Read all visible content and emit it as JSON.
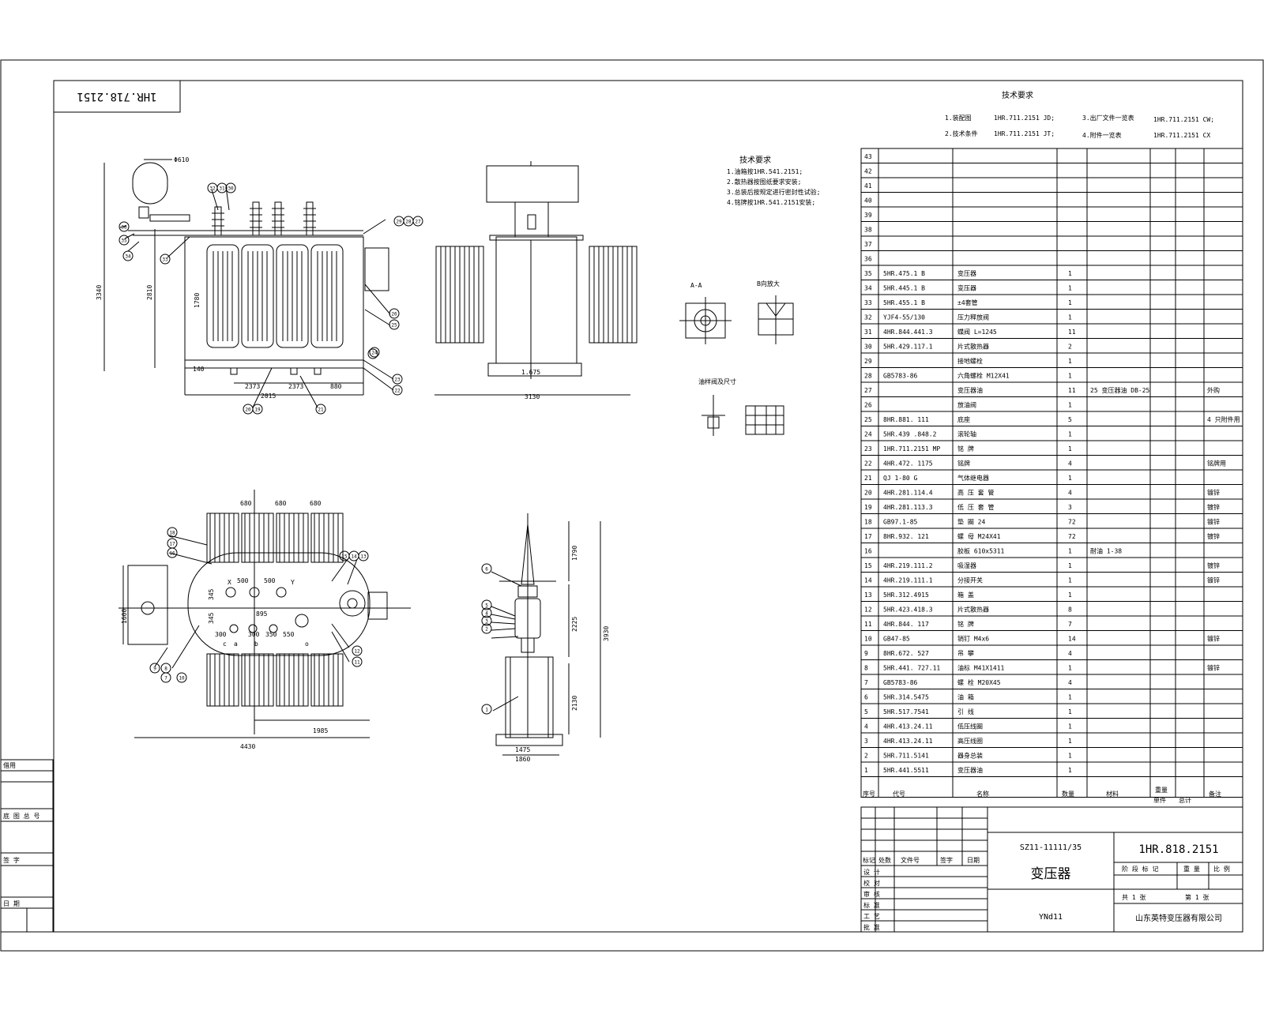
{
  "drawing": {
    "drawing_number": "1HR.818.2151",
    "rotated_stamp": "1HR.718.2151",
    "model": "SZ11-11111/35",
    "product_name": "变压器",
    "vector_group": "YNd11",
    "company": "山东英特变压器有限公司"
  },
  "tech_requirements": {
    "heading": "技术要求",
    "items": [
      {
        "label": "1.装配图",
        "code": "1HR.711.2151 JD;"
      },
      {
        "label": "2.技术条件",
        "code": "1HR.711.2151 JT;"
      },
      {
        "label": "3.出厂文件一览表",
        "code": "1HR.711.2151 CW;"
      },
      {
        "label": "4.附件一览表",
        "code": "1HR.711.2151 CX"
      }
    ]
  },
  "views": {
    "note_heading": "技术要求",
    "notes": [
      "1.油箱按1HR.541.2151;",
      "2.散热器按图纸要求安装;",
      "3.总装后按规定进行密封性试验;",
      "4.铭牌按1HR.541.2151安装;"
    ],
    "front_dims": [
      "Φ610",
      "3340",
      "2810",
      "1780",
      "140",
      "2373",
      "2373",
      "880",
      "2015"
    ],
    "side_dims": [
      "1.675",
      "3130"
    ],
    "plan_dims": [
      "680",
      "680",
      "680",
      "500",
      "500",
      "345",
      "345",
      "895",
      "300",
      "300",
      "350",
      "550",
      "1600",
      "1985",
      "4430",
      "a",
      "b",
      "c",
      "o",
      "X",
      "Y"
    ],
    "bushing_dims": [
      "1790",
      "2225",
      "3930",
      "2130",
      "1475",
      "1860"
    ],
    "detail_labels": [
      "A-A",
      "B向放大",
      "油样阀及尺寸"
    ],
    "balloons": [
      "36",
      "35",
      "34",
      "33",
      "32",
      "31",
      "30",
      "29",
      "28",
      "27",
      "26",
      "25",
      "24",
      "23",
      "22",
      "21",
      "20",
      "19",
      "18",
      "17",
      "16",
      "15",
      "14",
      "13",
      "12",
      "11",
      "10",
      "9",
      "8",
      "7",
      "6",
      "5",
      "4",
      "3",
      "2",
      "1"
    ]
  },
  "bom": {
    "headers": [
      "序号",
      "代号",
      "名称",
      "数量",
      "材料",
      "单件",
      "总计",
      "备注"
    ],
    "weight_header": "重量",
    "rows": [
      {
        "no": "43",
        "code": "",
        "name": "",
        "qty": "",
        "mat": "",
        "note": ""
      },
      {
        "no": "42",
        "code": "",
        "name": "",
        "qty": "",
        "mat": "",
        "note": ""
      },
      {
        "no": "41",
        "code": "",
        "name": "",
        "qty": "",
        "mat": "",
        "note": ""
      },
      {
        "no": "40",
        "code": "",
        "name": "",
        "qty": "",
        "mat": "",
        "note": ""
      },
      {
        "no": "39",
        "code": "",
        "name": "",
        "qty": "",
        "mat": "",
        "note": ""
      },
      {
        "no": "38",
        "code": "",
        "name": "",
        "qty": "",
        "mat": "",
        "note": ""
      },
      {
        "no": "37",
        "code": "",
        "name": "",
        "qty": "",
        "mat": "",
        "note": ""
      },
      {
        "no": "36",
        "code": "",
        "name": "",
        "qty": "",
        "mat": "",
        "note": ""
      },
      {
        "no": "35",
        "code": "5HR.475.1 B",
        "name": "变压器",
        "qty": "1",
        "mat": "",
        "note": ""
      },
      {
        "no": "34",
        "code": "5HR.445.1 B",
        "name": "变压器",
        "qty": "1",
        "mat": "",
        "note": ""
      },
      {
        "no": "33",
        "code": "5HR.455.1 B",
        "name": "±4套管",
        "qty": "1",
        "mat": "",
        "note": ""
      },
      {
        "no": "32",
        "code": "YJF4-55/130",
        "name": "压力释放阀",
        "qty": "1",
        "mat": "",
        "note": ""
      },
      {
        "no": "31",
        "code": "4HR.844.441.3",
        "name": "蝶阀 L=1245",
        "qty": "11",
        "mat": "",
        "note": ""
      },
      {
        "no": "30",
        "code": "5HR.429.117.1",
        "name": "片式散热器",
        "qty": "2",
        "mat": "",
        "note": ""
      },
      {
        "no": "29",
        "code": "",
        "name": "接地螺栓",
        "qty": "1",
        "mat": "",
        "note": ""
      },
      {
        "no": "28",
        "code": "GB5783-86",
        "name": "六角螺栓 M12X41",
        "qty": "1",
        "mat": "",
        "note": ""
      },
      {
        "no": "27",
        "code": "",
        "name": "变压器油",
        "qty": "11",
        "mat": "25 变压器油 DB-25",
        "note": "外购"
      },
      {
        "no": "26",
        "code": "",
        "name": "放油阀",
        "qty": "1",
        "mat": "",
        "note": ""
      },
      {
        "no": "25",
        "code": "8HR.881.  111",
        "name": "底座",
        "qty": "5",
        "mat": "",
        "note": "4 只附件用"
      },
      {
        "no": "24",
        "code": "5HR.439   .848.2",
        "name": "滚轮轴",
        "qty": "1",
        "mat": "",
        "note": ""
      },
      {
        "no": "23",
        "code": "1HR.711.2151  MP",
        "name": "铭 牌",
        "qty": "1",
        "mat": "",
        "note": ""
      },
      {
        "no": "22",
        "code": "4HR.472.   1175",
        "name": "铭牌",
        "qty": "4",
        "mat": "",
        "note": "铭牌用"
      },
      {
        "no": "21",
        "code": "QJ 1-80 G",
        "name": "气体继电器",
        "qty": "1",
        "mat": "",
        "note": ""
      },
      {
        "no": "20",
        "code": "4HR.281.114.4",
        "name": "高 压 套 管",
        "qty": "4",
        "mat": "",
        "note": "镀锌"
      },
      {
        "no": "19",
        "code": "4HR.281.113.3",
        "name": "低 压 套 管",
        "qty": "3",
        "mat": "",
        "note": "镀锌"
      },
      {
        "no": "18",
        "code": "GB97.1-85",
        "name": "垫 圈    24",
        "qty": "72",
        "mat": "",
        "note": "镀锌"
      },
      {
        "no": "17",
        "code": "8HR.932.   121",
        "name": "螺 母    M24X41",
        "qty": "72",
        "mat": "",
        "note": "镀锌"
      },
      {
        "no": "16",
        "code": "",
        "name": "胶板 610x5311",
        "qty": "1",
        "mat": "耐油 1-38",
        "note": ""
      },
      {
        "no": "15",
        "code": "4HR.219.111.2",
        "name": "吸湿器",
        "qty": "1",
        "mat": "",
        "note": "镀锌"
      },
      {
        "no": "14",
        "code": "4HR.219.111.1",
        "name": "分接开关",
        "qty": "1",
        "mat": "",
        "note": "镀锌"
      },
      {
        "no": "13",
        "code": "5HR.312.4915",
        "name": "箱 盖",
        "qty": "1",
        "mat": "",
        "note": ""
      },
      {
        "no": "12",
        "code": "5HR.423.418.3",
        "name": "片式散热器",
        "qty": "8",
        "mat": "",
        "note": ""
      },
      {
        "no": "11",
        "code": "4HR.844.      117",
        "name": "铭 牌",
        "qty": "7",
        "mat": "",
        "note": ""
      },
      {
        "no": "10",
        "code": "GB47-85",
        "name": "销钉 M4x6",
        "qty": "14",
        "mat": "",
        "note": "镀锌"
      },
      {
        "no": "9",
        "code": "8HR.672.   527",
        "name": "吊 攀",
        "qty": "4",
        "mat": "",
        "note": ""
      },
      {
        "no": "8",
        "code": "5HR.441.  727.11",
        "name": "油标 M41X1411",
        "qty": "1",
        "mat": "",
        "note": "镀锌"
      },
      {
        "no": "7",
        "code": "GB5783-86",
        "name": "螺 栓  M20X45",
        "qty": "4",
        "mat": "",
        "note": ""
      },
      {
        "no": "6",
        "code": "5HR.314.5475",
        "name": "油 箱",
        "qty": "1",
        "mat": "",
        "note": ""
      },
      {
        "no": "5",
        "code": "5HR.517.7541",
        "name": "引 线",
        "qty": "1",
        "mat": "",
        "note": ""
      },
      {
        "no": "4",
        "code": "4HR.413.24.11",
        "name": "低压线圈",
        "qty": "1",
        "mat": "",
        "note": ""
      },
      {
        "no": "3",
        "code": "4HR.413.24.11",
        "name": "高压线圈",
        "qty": "1",
        "mat": "",
        "note": ""
      },
      {
        "no": "2",
        "code": "5HR.711.5141",
        "name": "器身总装",
        "qty": "1",
        "mat": "",
        "note": ""
      },
      {
        "no": "1",
        "code": "5HR.441.5511",
        "name": "变压器油",
        "qty": "1",
        "mat": "",
        "note": ""
      }
    ]
  },
  "title_block": {
    "left_header": [
      "标记",
      "处数",
      "文件号",
      "签字",
      "日期"
    ],
    "left_roles": [
      "设 计",
      "校 对",
      "审 核",
      "标 准",
      "工 艺",
      "批 准"
    ],
    "right_header": [
      "阶 段 标 记",
      "重 量",
      "比 例"
    ],
    "sheet_text": [
      "共  1  张",
      "第  1  张"
    ]
  },
  "left_strip": {
    "labels": [
      "借用",
      "底 图 总 号",
      "签  字",
      "日  期"
    ]
  }
}
